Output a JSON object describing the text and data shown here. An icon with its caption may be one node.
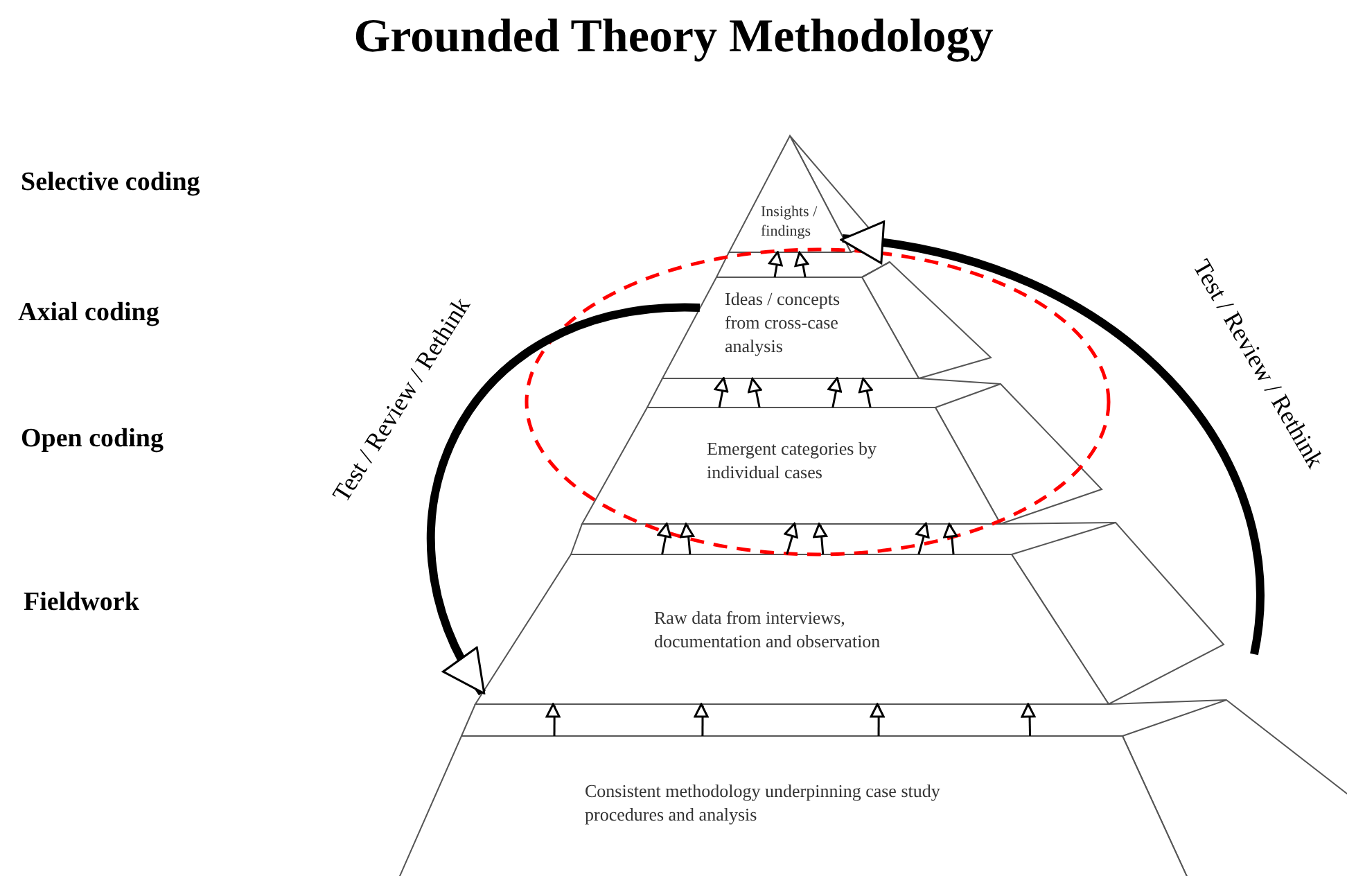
{
  "diagram": {
    "title": "Grounded Theory Methodology",
    "nodes": [
      {
        "text": [
          "Insights / findings"
        ]
      },
      {
        "text": [
          "Ideas / concepts from cross-case analysis"
        ]
      },
      {
        "text": [
          "Emergent categories by individual cases"
        ]
      },
      {
        "text": [
          "Raw data from interviews, documentation and observation"
        ]
      },
      {
        "text": [
          "Consistent methodology underpinning case study procedures and analysis"
        ]
      }
    ],
    "edges": [
      {
        "from": 4,
        "to": 3,
        "arrow": "to"
      },
      {
        "from": 4,
        "to": 3,
        "arrow": "to"
      },
      {
        "from": 4,
        "to": 3,
        "arrow": "to"
      },
      {
        "from": 4,
        "to": 3,
        "arrow": "to"
      },
      {
        "from": 3,
        "to": 2,
        "arrow": "to"
      },
      {
        "from": 3,
        "to": 2,
        "arrow": "to"
      },
      {
        "from": 3,
        "to": 2,
        "arrow": "to"
      },
      {
        "from": 3,
        "to": 2,
        "arrow": "to"
      },
      {
        "from": 3,
        "to": 2,
        "arrow": "to"
      },
      {
        "from": 3,
        "to": 2,
        "arrow": "to"
      },
      {
        "from": 2,
        "to": 1,
        "arrow": "to"
      },
      {
        "from": 2,
        "to": 1,
        "arrow": "to"
      },
      {
        "from": 2,
        "to": 1,
        "arrow": "to"
      },
      {
        "from": 2,
        "to": 1,
        "arrow": "to"
      },
      {
        "from": 1,
        "to": 0,
        "arrow": "to"
      },
      {
        "from": 1,
        "to": 0,
        "arrow": "to"
      },
      {
        "from": 1,
        "to": 3,
        "arrow": "to",
        "label": "Test / Review / Rethink",
        "style": "thick"
      },
      {
        "from": null,
        "to": 0,
        "arrow": "to",
        "label": "Test / Review / Rethink",
        "style": "thick"
      }
    ],
    "labels": [
      "Selective coding",
      "Axial coding",
      "Open coding",
      "Fieldwork"
    ]
  }
}
